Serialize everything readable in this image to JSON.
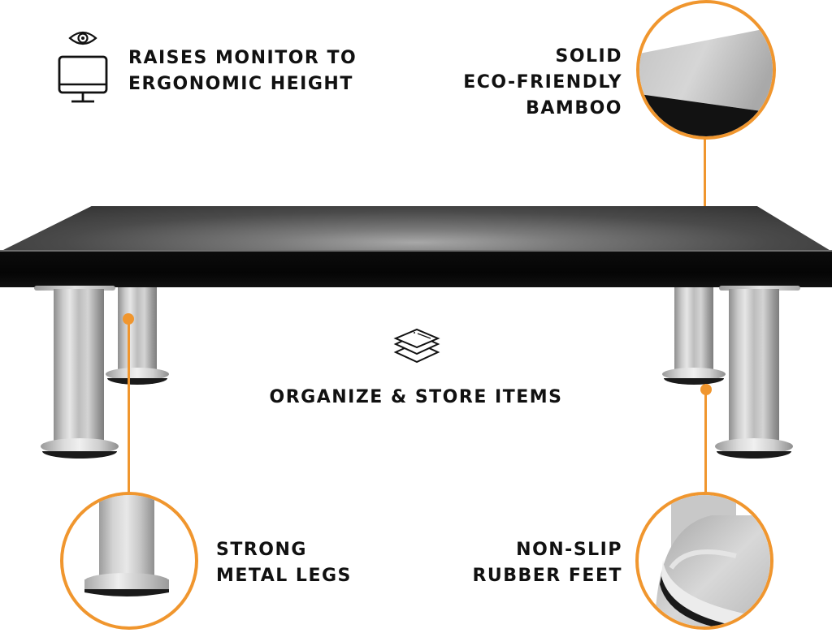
{
  "theme": {
    "accent": "#F0962E",
    "text": "#111111",
    "background": "#FFFFFF"
  },
  "features": {
    "ergonomic": {
      "icon": "monitor-with-eye-icon",
      "lines": [
        "RAISES MONITOR TO",
        "ERGONOMIC HEIGHT"
      ]
    },
    "bamboo": {
      "lines": [
        "SOLID",
        "ECO-FRIENDLY",
        "BAMBOO"
      ]
    },
    "storage": {
      "icon": "stacked-layers-icon",
      "lines": [
        "ORGANIZE & STORE ITEMS"
      ]
    },
    "legs": {
      "lines": [
        "STRONG",
        "METAL LEGS"
      ]
    },
    "feet": {
      "lines": [
        "NON-SLIP",
        "RUBBER FEET"
      ]
    }
  }
}
